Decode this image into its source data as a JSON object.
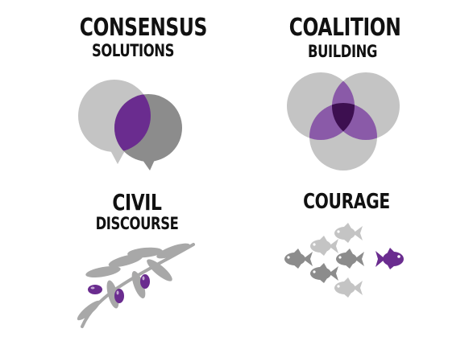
{
  "colors": {
    "purple": "#6a2c8f",
    "purple_light": "#8a5aa8",
    "purple_dark": "#3d0f50",
    "gray_light": "#c4c4c4",
    "gray_mid": "#a8a8a8",
    "gray_dark": "#8c8c8c"
  },
  "panels": [
    {
      "title": "CONSENSUS",
      "subtitle": "SOLUTIONS",
      "icon": "speech-bubbles-icon"
    },
    {
      "title": "COALITION",
      "subtitle": "BUILDING",
      "icon": "venn-diagram-icon"
    },
    {
      "title": "CIVIL",
      "subtitle": "DISCOURSE",
      "icon": "olive-branch-icon"
    },
    {
      "title": "COURAGE",
      "subtitle": "",
      "icon": "fish-school-icon"
    }
  ]
}
